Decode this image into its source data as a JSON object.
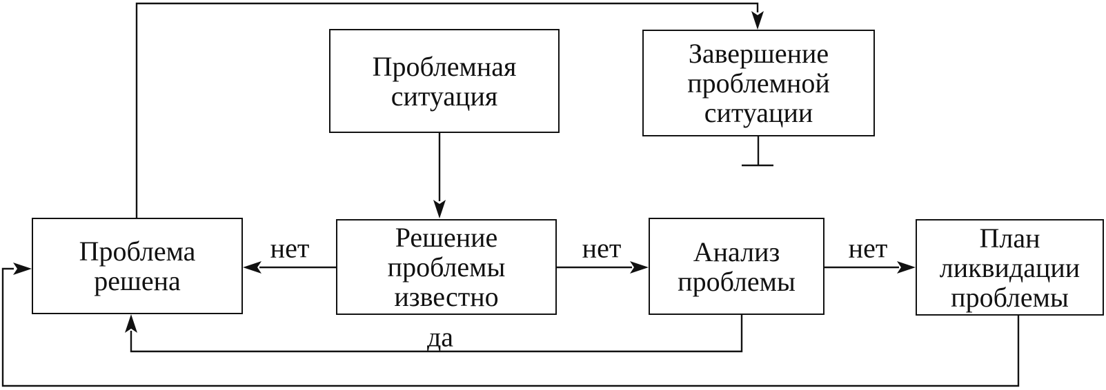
{
  "diagram": {
    "type": "flowchart",
    "language": "ru",
    "colors": {
      "background": "#ffffff",
      "line": "#111111",
      "text": "#111111"
    },
    "nodes": {
      "problem_situation": {
        "label": "Проблемная\nситуация"
      },
      "completion": {
        "label": "Завершение\nпроблемной\nситуации"
      },
      "problem_solved": {
        "label": "Проблема\nрешена"
      },
      "solution_known": {
        "label": "Решение\nпроблемы\nизвестно"
      },
      "analysis": {
        "label": "Анализ\nпроблемы"
      },
      "plan": {
        "label": "План\nликвидации\nпроблемы"
      }
    },
    "edge_labels": {
      "no_solution_known_to_problem_solved": "нет",
      "no_solution_known_to_analysis": "нет",
      "no_analysis_to_plan": "нет",
      "yes_analysis_to_problem_solved": "да"
    }
  }
}
